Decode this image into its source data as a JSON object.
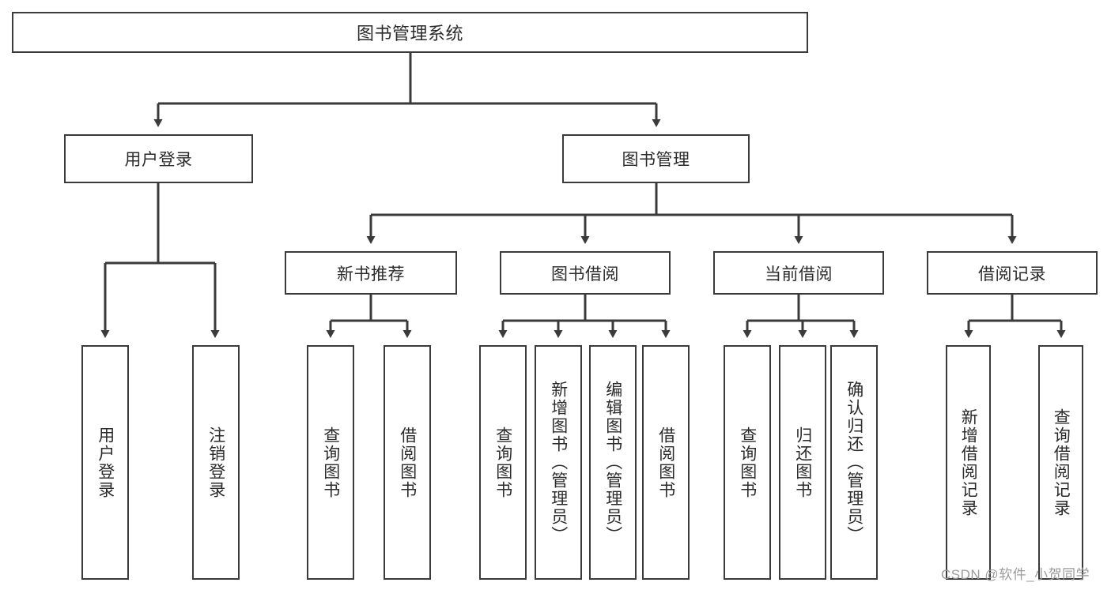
{
  "diagram": {
    "type": "tree-hierarchy-flowchart",
    "root": {
      "label": "图书管理系统"
    },
    "level2": [
      {
        "label": "用户登录"
      },
      {
        "label": "图书管理"
      }
    ],
    "level3": [
      {
        "label": "新书推荐"
      },
      {
        "label": "图书借阅"
      },
      {
        "label": "当前借阅"
      },
      {
        "label": "借阅记录"
      }
    ],
    "leaves": {
      "user_login_children": [
        {
          "label": "用户登录"
        },
        {
          "label": "注销登录"
        }
      ],
      "new_book_rec_children": [
        {
          "label": "查询图书"
        },
        {
          "label": "借阅图书"
        }
      ],
      "book_borrow_children": [
        {
          "label": "查询图书"
        },
        {
          "label": "新增图书（管理员）"
        },
        {
          "label": "编辑图书（管理员）"
        },
        {
          "label": "借阅图书"
        }
      ],
      "current_borrow_children": [
        {
          "label": "查询图书"
        },
        {
          "label": "归还图书"
        },
        {
          "label": "确认归还（管理员）"
        }
      ],
      "borrow_record_children": [
        {
          "label": "新增借阅记录"
        },
        {
          "label": "查询借阅记录"
        }
      ]
    }
  },
  "watermark": {
    "text": "CSDN @软件_小贺同学"
  },
  "colors": {
    "box_border": "#3a3a3a",
    "box_fill": "#ffffff",
    "connector": "#3a3a3a",
    "text": "#2b2b2b",
    "watermark": "#9b9b9b",
    "background": "#ffffff"
  }
}
